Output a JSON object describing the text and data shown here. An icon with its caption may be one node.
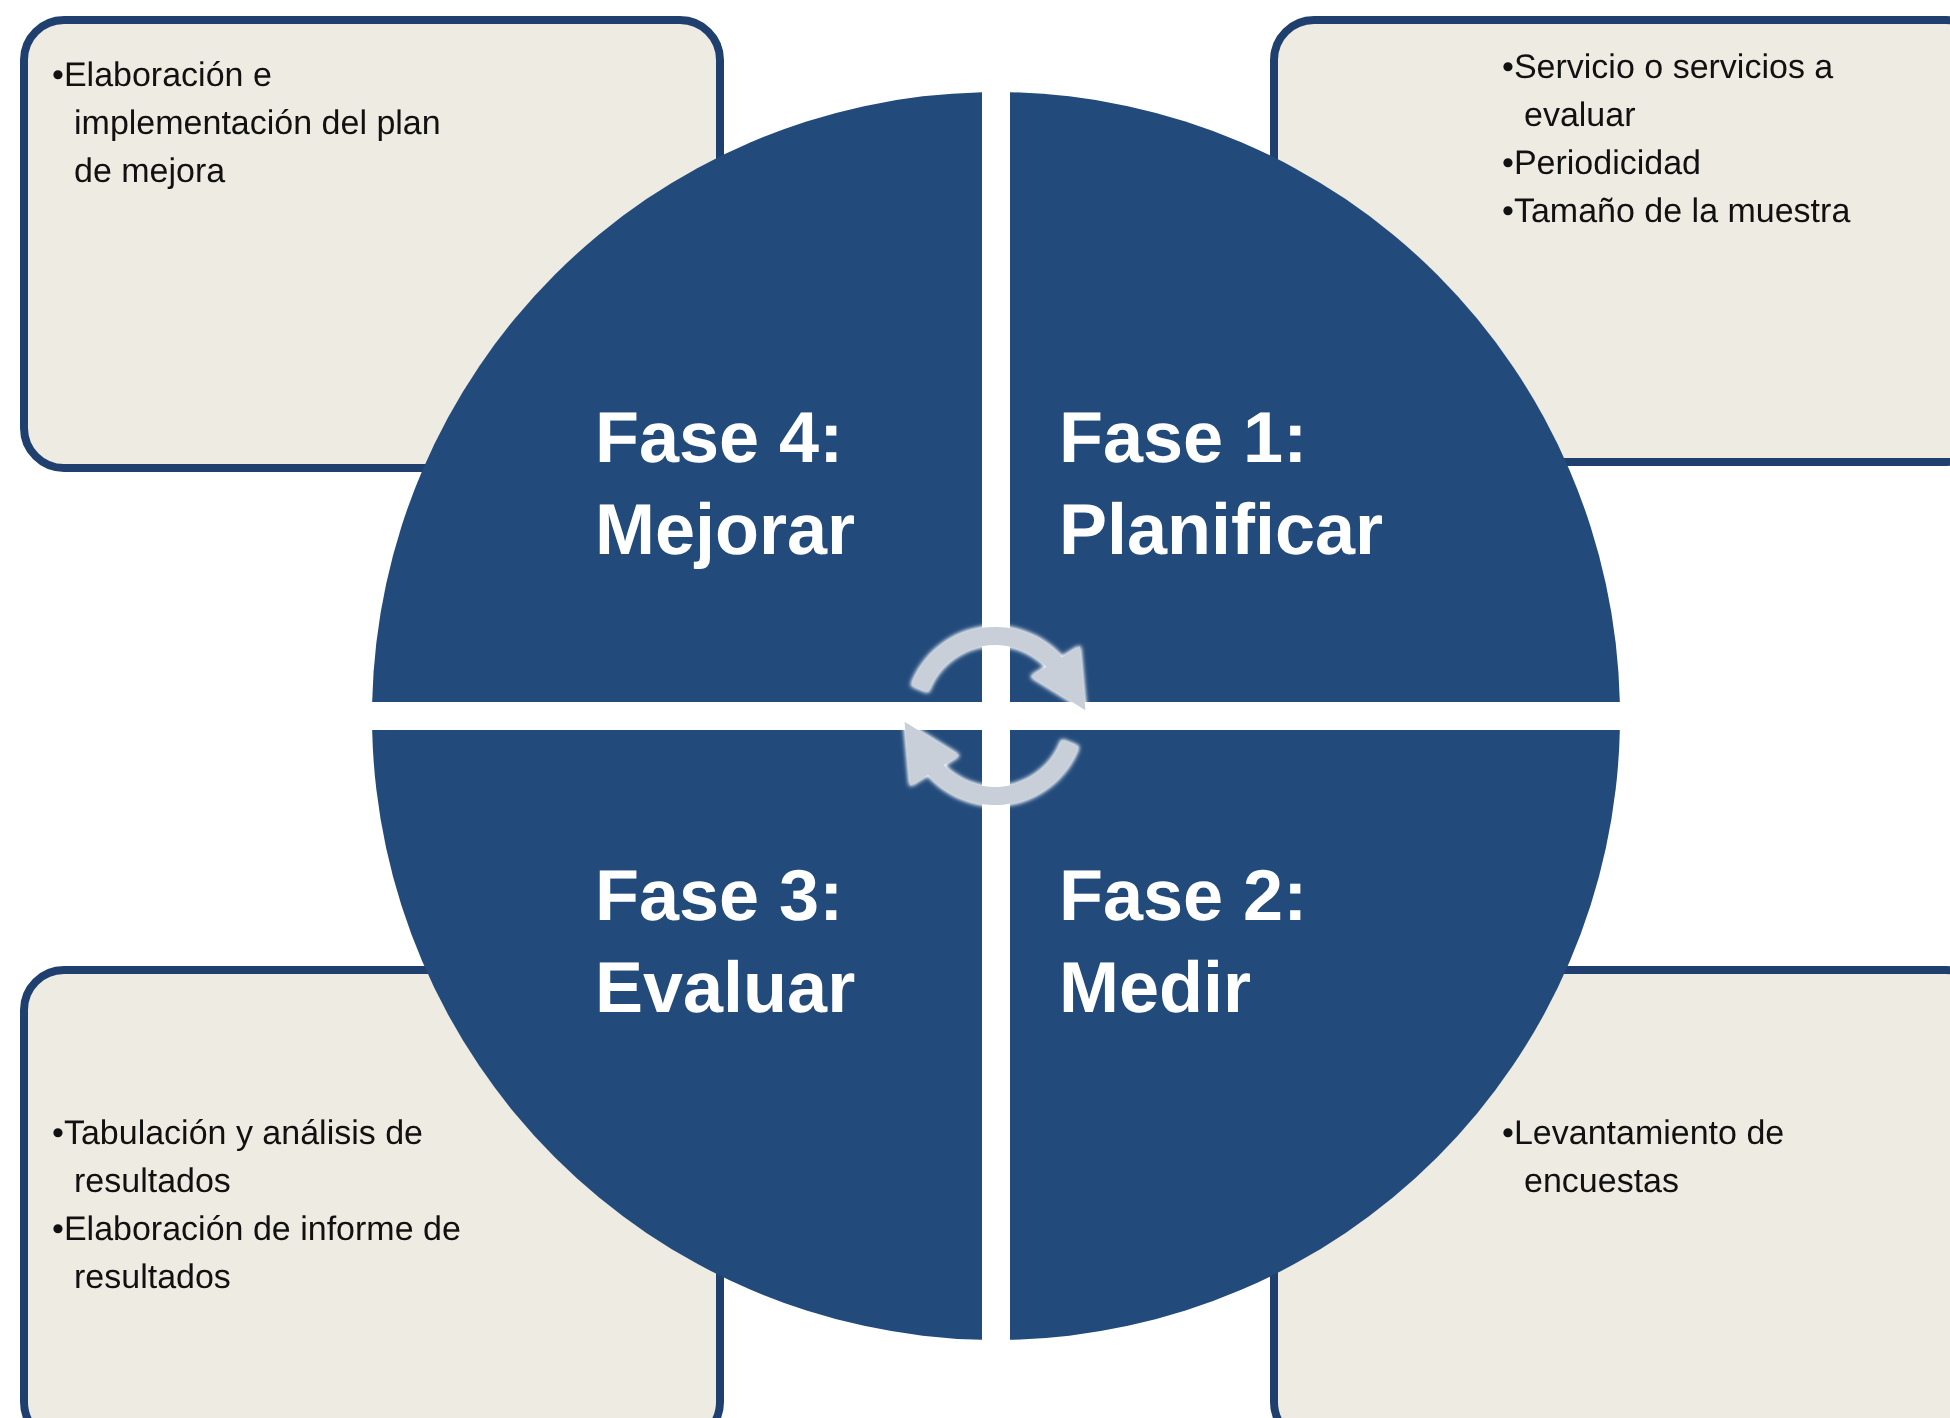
{
  "diagram": {
    "nodes": [
      {
        "text": [
          "•Elaboración e implementación del plan de mejora"
        ]
      },
      {
        "text": [
          "•Servicio o servicios a evaluar",
          "•Periodicidad",
          "•Tamaño de la muestra"
        ]
      },
      {
        "text": [
          "Fase 4: Mejorar"
        ]
      },
      {
        "text": [
          "Fase 1: Planificar"
        ]
      },
      {
        "text": [
          "Fase 3: Evaluar"
        ]
      },
      {
        "text": [
          "Fase 2: Medir"
        ]
      },
      {
        "text": [
          "•Tabulación y análisis de resultados",
          "•Elaboración de informe de resultados"
        ]
      },
      {
        "text": [
          "•Levantamiento de encuestas"
        ]
      }
    ],
    "edges": [
      {
        "from": 2,
        "to": 3,
        "arrow": "to"
      },
      {
        "from": 5,
        "to": 4,
        "arrow": "to"
      }
    ]
  }
}
